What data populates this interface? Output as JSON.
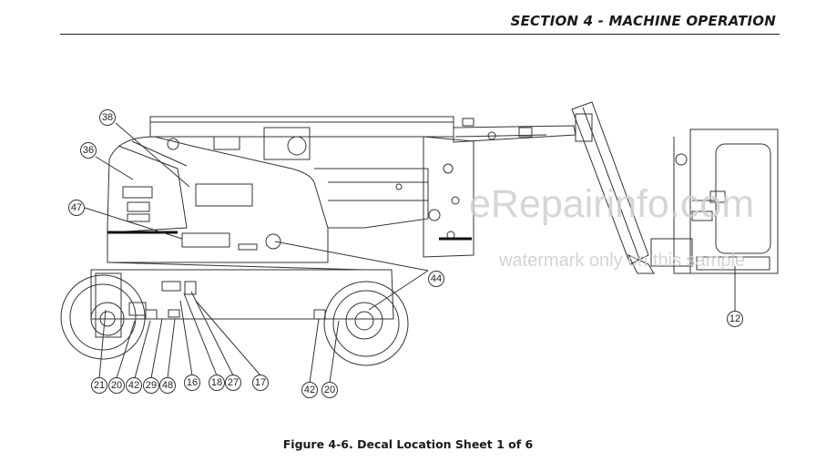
{
  "header": {
    "section_title": "SECTION 4 - MACHINE OPERATION"
  },
  "figure": {
    "caption": "Figure 4-6. Decal Location Sheet 1 of 6"
  },
  "watermark": {
    "main": "eRepairinfo.com",
    "sub": "watermark only on this sample"
  },
  "callouts": {
    "c38": "38",
    "c36": "36",
    "c47": "47",
    "c44": "44",
    "c12": "12",
    "c21": "21",
    "c20a": "20",
    "c42a": "42",
    "c29": "29",
    "c48": "48",
    "c16": "16",
    "c18": "18",
    "c27": "27",
    "c17": "17",
    "c42b": "42",
    "c20b": "20"
  }
}
